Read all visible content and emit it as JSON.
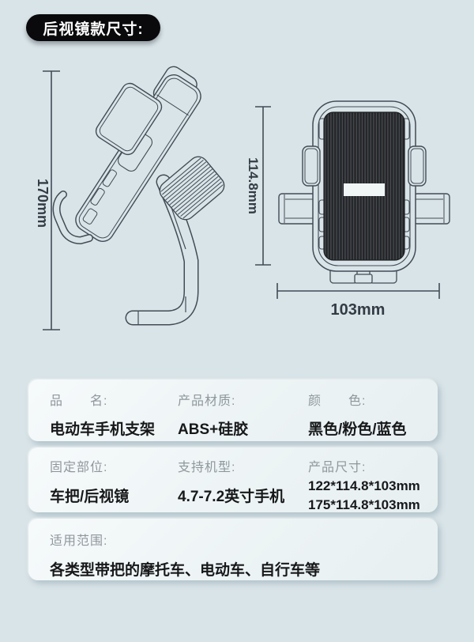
{
  "badge": {
    "label": "后视镜款尺寸:"
  },
  "side_view": {
    "height_dim": "170mm"
  },
  "front_view": {
    "height_dim": "114.8mm",
    "width_dim": "103mm"
  },
  "spec_cards": {
    "card1": {
      "col1": {
        "label": "品　　名:",
        "value": "电动车手机支架"
      },
      "col2": {
        "label": "产品材质:",
        "value": "ABS+硅胶"
      },
      "col3": {
        "label": "颜　　色:",
        "value": "黑色/粉色/蓝色"
      }
    },
    "card2": {
      "col1": {
        "label": "固定部位:",
        "value": "车把/后视镜"
      },
      "col2": {
        "label": "支持机型:",
        "value": "4.7-7.2英寸手机"
      },
      "col3": {
        "label": "产品尺寸:",
        "value_line1": "122*114.8*103mm",
        "value_line2": "175*114.8*103mm"
      }
    },
    "card3": {
      "col1": {
        "label": "适用范围:",
        "value": "各类型带把的摩托车、电动车、自行车等"
      }
    }
  },
  "colors": {
    "background": "#d9e4e8",
    "badge_bg": "#0a0a0c",
    "badge_text": "#ffffff",
    "line_art": "#424b55",
    "panel_dark": "#232528",
    "panel_rib": "#4a4e53",
    "label_gray": "#8f979d",
    "value_dark": "#17181a",
    "card_bg": "#eef4f6"
  }
}
